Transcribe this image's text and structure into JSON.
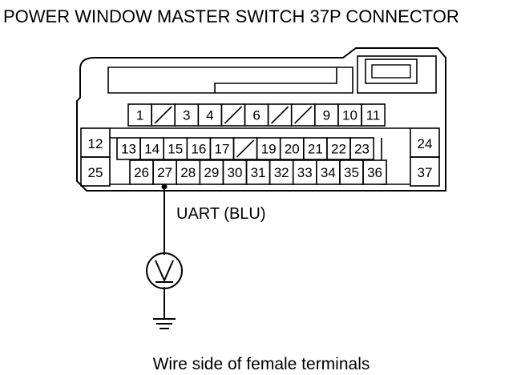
{
  "title": "POWER WINDOW MASTER SWITCH 37P CONNECTOR",
  "caption": "Wire side of female terminals",
  "probe_label": "UART (BLU)",
  "connector": {
    "row1": [
      "1",
      "",
      "3",
      "4",
      "",
      "6",
      "",
      "",
      "9",
      "10",
      "11"
    ],
    "row2_left": "12",
    "row2_right": "24",
    "row2": [
      "13",
      "14",
      "15",
      "16",
      "17",
      "",
      "19",
      "20",
      "21",
      "22",
      "23"
    ],
    "row3_left": "25",
    "row3_right": "37",
    "row3": [
      "26",
      "27",
      "28",
      "29",
      "30",
      "31",
      "32",
      "33",
      "34",
      "35",
      "36"
    ]
  },
  "meter_icon": "voltmeter-icon",
  "ground_icon": "ground-icon"
}
